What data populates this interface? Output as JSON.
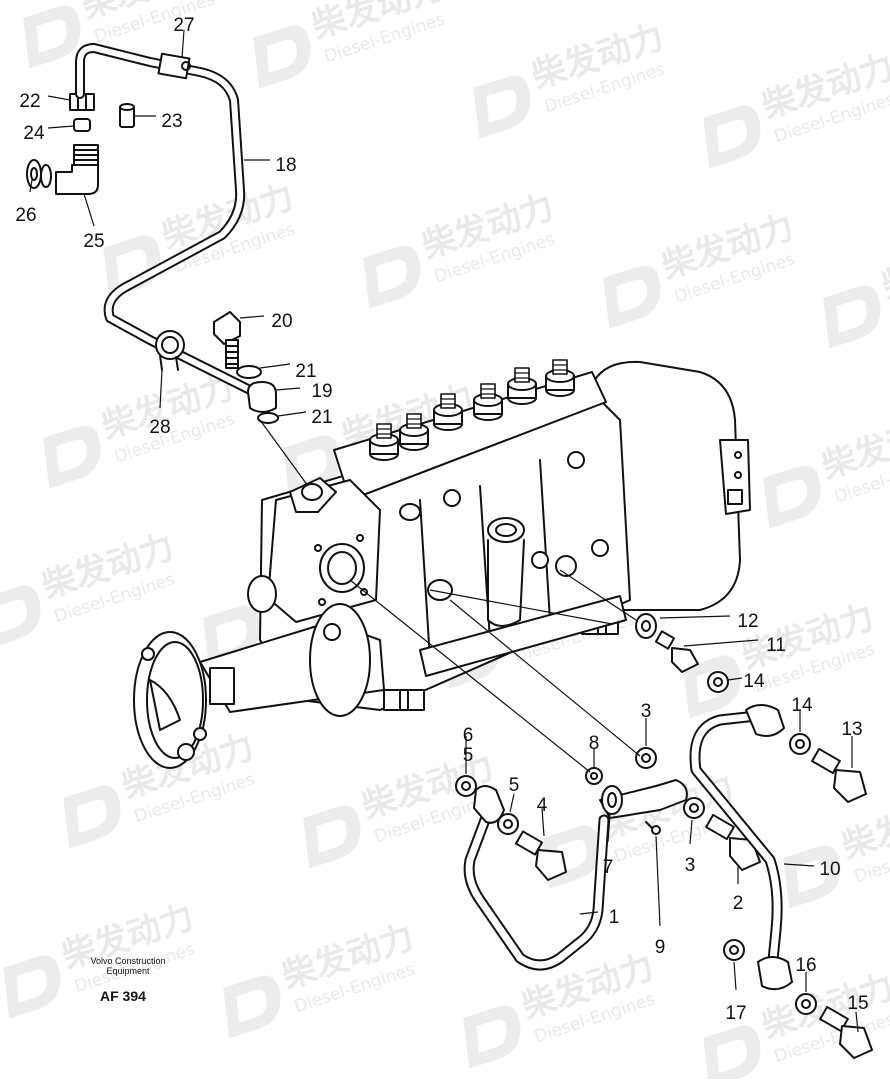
{
  "watermark": {
    "brand_cn": "柴发动力",
    "brand_en": "Diesel-Engines"
  },
  "callouts": [
    "27",
    "22",
    "23",
    "24",
    "18",
    "26",
    "25",
    "20",
    "21",
    "19",
    "21",
    "28",
    "12",
    "11",
    "14",
    "3",
    "8",
    "14",
    "13",
    "6",
    "5",
    "5",
    "4",
    "7",
    "3",
    "9",
    "1",
    "2",
    "10",
    "17",
    "16",
    "15"
  ],
  "footer": {
    "company_line1": "Volvo Construction",
    "company_line2": "Equipment",
    "drawing_code": "AF 394"
  }
}
